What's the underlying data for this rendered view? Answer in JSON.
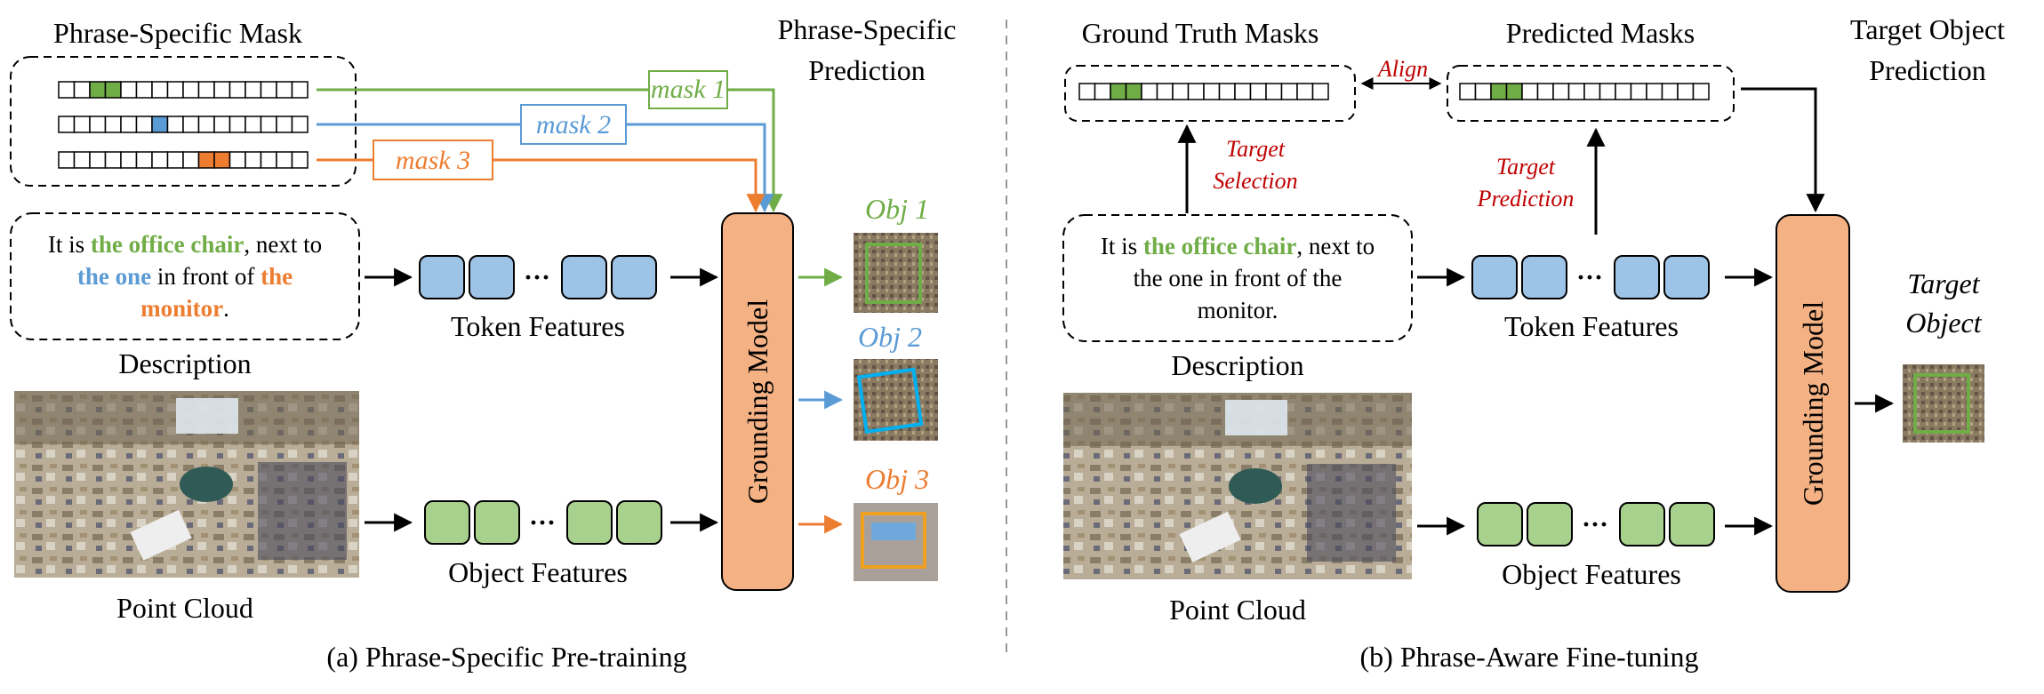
{
  "colors": {
    "green": "#70ad47",
    "green_light": "#a9d18e",
    "blue": "#5b9bd5",
    "blue_light": "#9dc3e6",
    "orange": "#ed7d31",
    "orange_light": "#f4b183",
    "dark_red": "#c00000"
  },
  "left": {
    "mask_title": "Phrase-Specific Mask",
    "prediction_title_1": "Phrase-Specific",
    "prediction_title_2": "Prediction",
    "mask_labels": [
      "mask 1",
      "mask 2",
      "mask 3"
    ],
    "description": {
      "line1_prefix": "It is ",
      "line1_highlight": "the office chair",
      "line1_suffix": ", next to",
      "line2_highlight": "the one",
      "line2_middle": " in front of ",
      "line2_highlight2": "the",
      "line3_highlight": "monitor",
      "line3_suffix": "."
    },
    "description_label": "Description",
    "token_features_label": "Token Features",
    "object_features_label": "Object Features",
    "point_cloud_label": "Point Cloud",
    "grounding_model_label": "Grounding Model",
    "obj_labels": [
      "Obj 1",
      "Obj 2",
      "Obj 3"
    ],
    "ellipsis": "···",
    "caption": "(a) Phrase-Specific Pre-training"
  },
  "right": {
    "gt_title": "Ground Truth Masks",
    "pred_title": "Predicted Masks",
    "target_pred_title_1": "Target Object",
    "target_pred_title_2": "Prediction",
    "align_label": "Align",
    "target_selection_1": "Target",
    "target_selection_2": "Selection",
    "target_prediction_1": "Target",
    "target_prediction_2": "Prediction",
    "description": {
      "line1_prefix": "It is ",
      "line1_highlight": "the office chair",
      "line1_suffix": ", next to",
      "line2": "the one in front of the",
      "line3": "monitor."
    },
    "description_label": "Description",
    "token_features_label": "Token Features",
    "object_features_label": "Object Features",
    "point_cloud_label": "Point Cloud",
    "grounding_model_label": "Grounding Model",
    "target_object_1": "Target",
    "target_object_2": "Object",
    "ellipsis": "···",
    "caption": "(b) Phrase-Aware Fine-tuning"
  }
}
